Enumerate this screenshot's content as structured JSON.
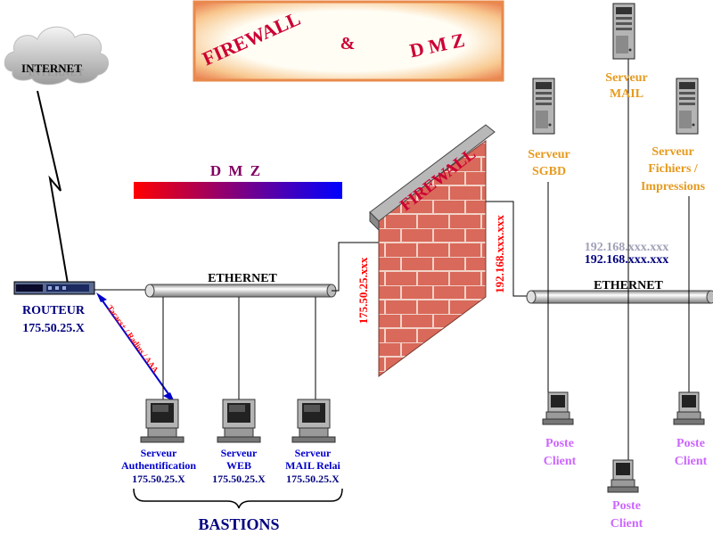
{
  "banner": {
    "word1": "FIREWALL",
    "amp": "&",
    "word2": "D M Z"
  },
  "cloud": {
    "label": "INTERNET",
    "label_shadow": "INTERNET"
  },
  "dmz_label": "D M Z",
  "router": {
    "name": "ROUTEUR",
    "ip": "175.50.25.X"
  },
  "link_label": "Tacacs+ / Radius / AAA",
  "dmz_bus": {
    "label": "ETHERNET"
  },
  "lan_bus": {
    "label": "ETHERNET"
  },
  "firewall": {
    "label": "FIREWALL",
    "dmz_ip": "175.50.25.xxx",
    "lan_ip": "192.168.xxx.xxx"
  },
  "lan_network": {
    "ip": "192.168.xxx.xxx",
    "ip_shadow": "192.168.xxx.xxx"
  },
  "bastions": {
    "label": "BASTIONS",
    "servers": [
      {
        "line1": "Serveur",
        "line2": "Authentification",
        "ip": "175.50.25.X"
      },
      {
        "line1": "Serveur",
        "line2": "WEB",
        "ip": "175.50.25.X"
      },
      {
        "line1": "Serveur",
        "line2": "MAIL Relai",
        "ip": "175.50.25.X"
      }
    ]
  },
  "lan_servers": {
    "mail": {
      "line1": "Serveur",
      "line2": "MAIL"
    },
    "sgbd": {
      "line1": "Serveur",
      "line2": "SGBD"
    },
    "files": {
      "line1": "Serveur",
      "line2": "Fichiers /",
      "line3": "Impressions"
    }
  },
  "clients": [
    {
      "line1": "Poste",
      "line2": "Client"
    },
    {
      "line1": "Poste",
      "line2": "Client"
    },
    {
      "line1": "Poste",
      "line2": "Client"
    }
  ],
  "colors": {
    "firewall_text": "#cc0033",
    "ip_red": "#ff0000",
    "dark_blue": "#00007f",
    "orange": "#e69a1e",
    "violet": "#cc66ff",
    "dmz_purple": "#800060",
    "gradient_start": "#ff0000",
    "gradient_end": "#0000ff"
  }
}
